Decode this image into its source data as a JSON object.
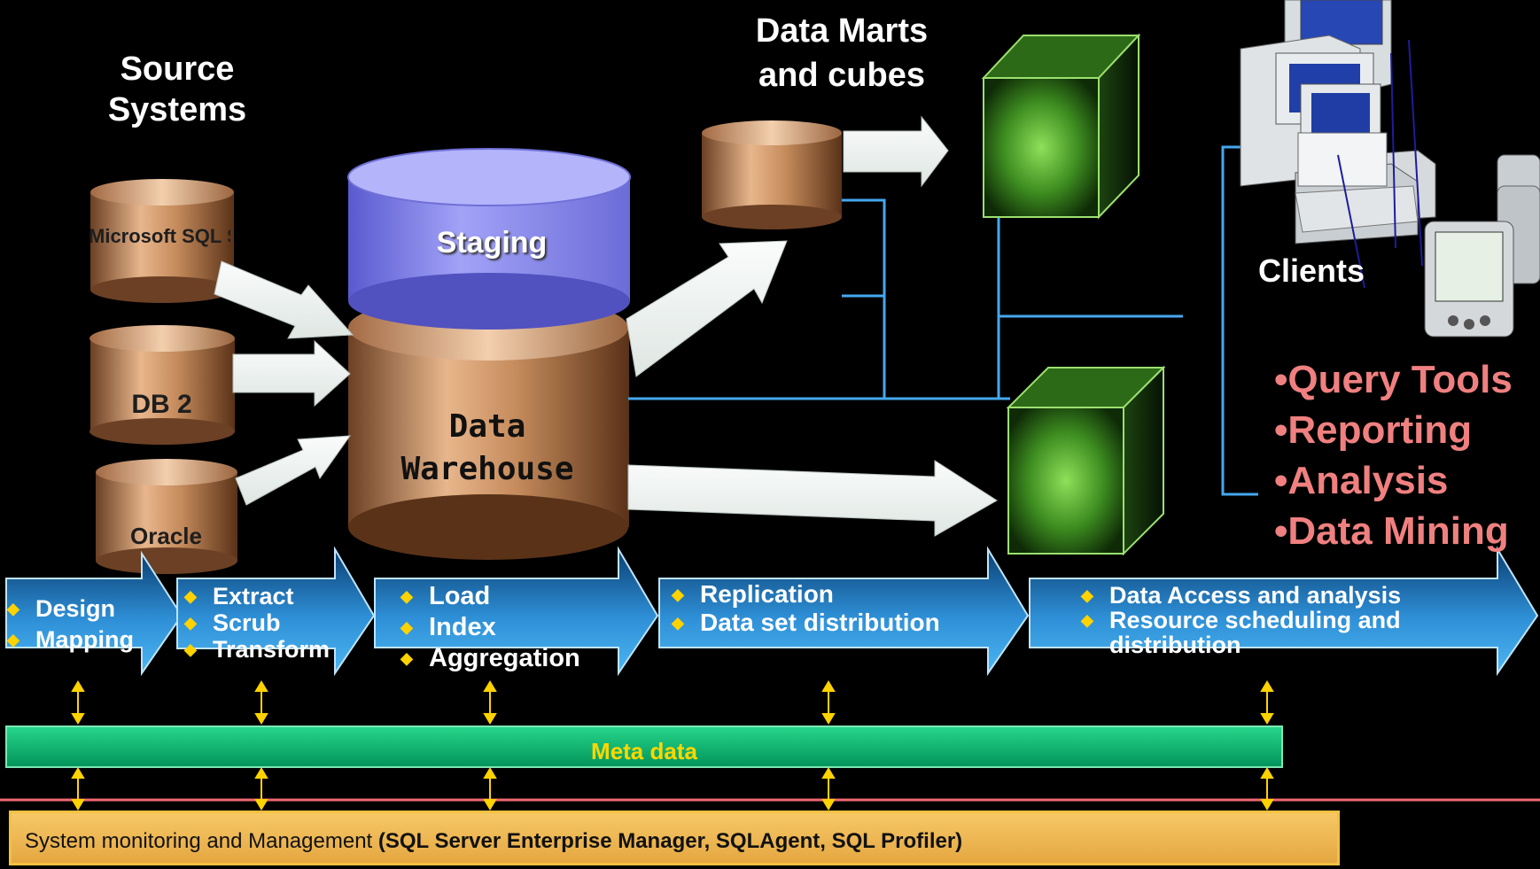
{
  "source_systems": {
    "title": "Source Systems",
    "databases": [
      "Microsoft SQL Server",
      "DB 2",
      "Oracle"
    ]
  },
  "staging_label": "Staging",
  "warehouse_label": "Data Warehouse",
  "data_marts_title": "Data Marts and cubes",
  "clients": {
    "title": "Clients",
    "tools": [
      "•Query Tools",
      "•Reporting",
      "•Analysis",
      "•Data Mining"
    ]
  },
  "process_steps": [
    {
      "items": [
        "Design",
        "Mapping"
      ]
    },
    {
      "items": [
        "Extract",
        "Scrub",
        "Transform"
      ]
    },
    {
      "items": [
        "Load",
        "Index",
        "Aggregation"
      ]
    },
    {
      "items": [
        "Replication",
        "Data set distribution"
      ]
    },
    {
      "items": [
        "Data Access and analysis",
        "Resource scheduling and distribution"
      ]
    }
  ],
  "metadata_label": "Meta data",
  "monitoring": {
    "prefix": "System monitoring and Management ",
    "tools": "(SQL Server Enterprise Manager,  SQLAgent, SQL Profiler)"
  },
  "colors": {
    "background": "#000000",
    "staging": "#8f8ff0",
    "warehouse": "#c2895a",
    "process_arrow": "#3aa9e9",
    "metadata_bar": "#10c07a",
    "monitor_bar": "#f3c140",
    "connector": "#46a7ee",
    "tools_text": "#f08080",
    "bullet": "#ffd200"
  }
}
